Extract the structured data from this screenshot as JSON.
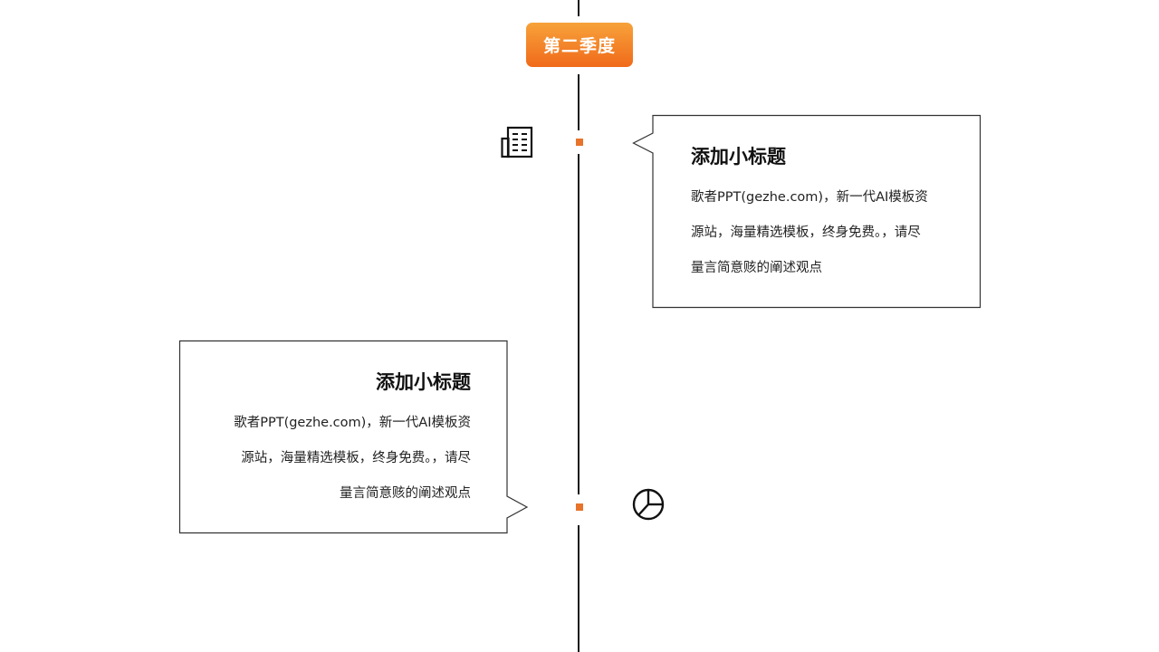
{
  "badge": {
    "label": "第二季度",
    "gradient_top": "#f7a23b",
    "gradient_bottom": "#f06a1a"
  },
  "accent_color": "#e8732a",
  "events": [
    {
      "title": "添加小标题",
      "body_lines": [
        "歌者PPT(gezhe.com)，新一代AI模板资",
        "源站，海量精选模板，终身免费。，请尽",
        "量言简意赅的阐述观点"
      ],
      "icon": "building-icon"
    },
    {
      "title": "添加小标题",
      "body_lines": [
        "歌者PPT(gezhe.com)，新一代AI模板资",
        "源站，海量精选模板，终身免费。，请尽",
        "量言简意赅的阐述观点"
      ],
      "icon": "pie-chart-icon"
    }
  ]
}
